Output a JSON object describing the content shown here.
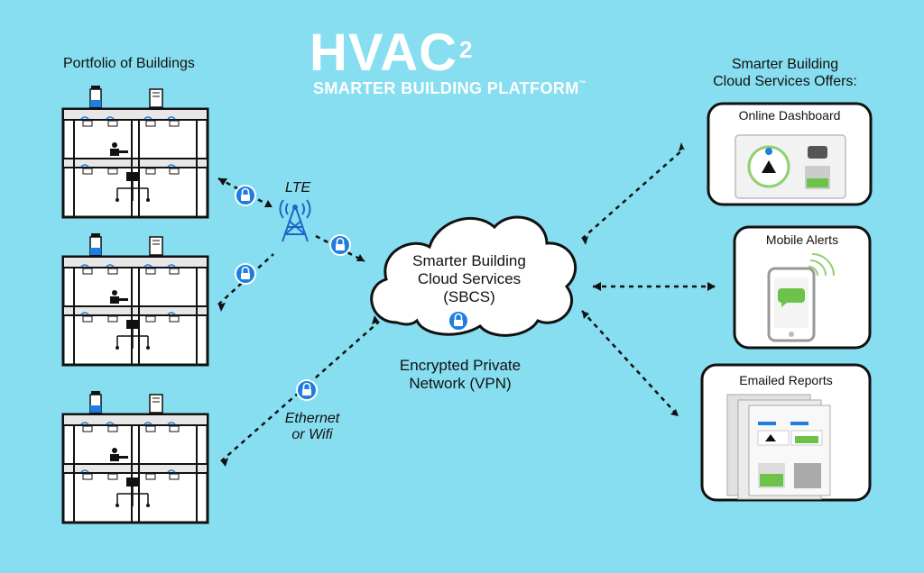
{
  "logo": {
    "main": "HVAC",
    "sup": "2",
    "subtitle": "SMARTER BUILDING PLATFORM",
    "tm": "™"
  },
  "left": {
    "title": "Portfolio of Buildings"
  },
  "links": {
    "lte": "LTE",
    "ethernet_line1": "Ethernet",
    "ethernet_line2": "or Wifi"
  },
  "cloud": {
    "line1": "Smarter Building",
    "line2": "Cloud Services",
    "line3": "(SBCS)"
  },
  "vpn": {
    "line1": "Encrypted Private",
    "line2": "Network (VPN)"
  },
  "right": {
    "title_line1": "Smarter Building",
    "title_line2": "Cloud Services Offers:",
    "offers": [
      "Online Dashboard",
      "Mobile Alerts",
      "Emailed Reports"
    ]
  },
  "colors": {
    "background": "#87def0",
    "lock_blue": "#1e7ee0",
    "tower_blue": "#1e66c8",
    "phone_green": "#6dc34a",
    "signal_green": "#8fd070",
    "box_border": "#111111"
  },
  "icons": [
    "lock-icon",
    "cell-tower-icon",
    "cloud-icon",
    "monitor-icon",
    "smartphone-icon",
    "report-icon",
    "building-icon"
  ]
}
